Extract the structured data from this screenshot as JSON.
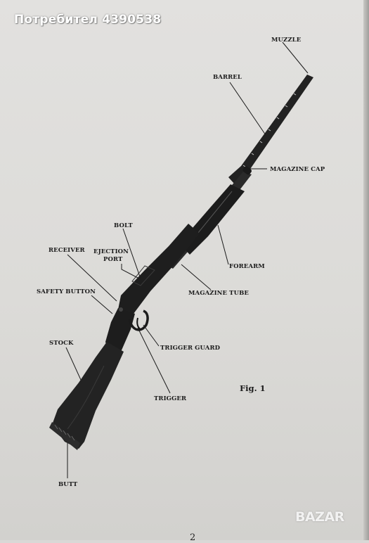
{
  "watermark": {
    "text": "Потребител 4390538"
  },
  "figure": {
    "caption": "Fig. 1",
    "labels": {
      "muzzle": "MUZZLE",
      "barrel": "BARREL",
      "magazine_cap": "MAGAZINE CAP",
      "bolt": "BOLT",
      "receiver": "RECEIVER",
      "ejection_port_line1": "EJECTION",
      "ejection_port_line2": "PORT",
      "forearm": "FOREARM",
      "safety_button": "SAFETY BUTTON",
      "magazine_tube": "MAGAZINE TUBE",
      "stock": "STOCK",
      "trigger_guard": "TRIGGER GUARD",
      "trigger": "TRIGGER",
      "butt": "BUTT"
    }
  },
  "page_number": "2",
  "brand_logo": {
    "text": "BAZAR"
  }
}
